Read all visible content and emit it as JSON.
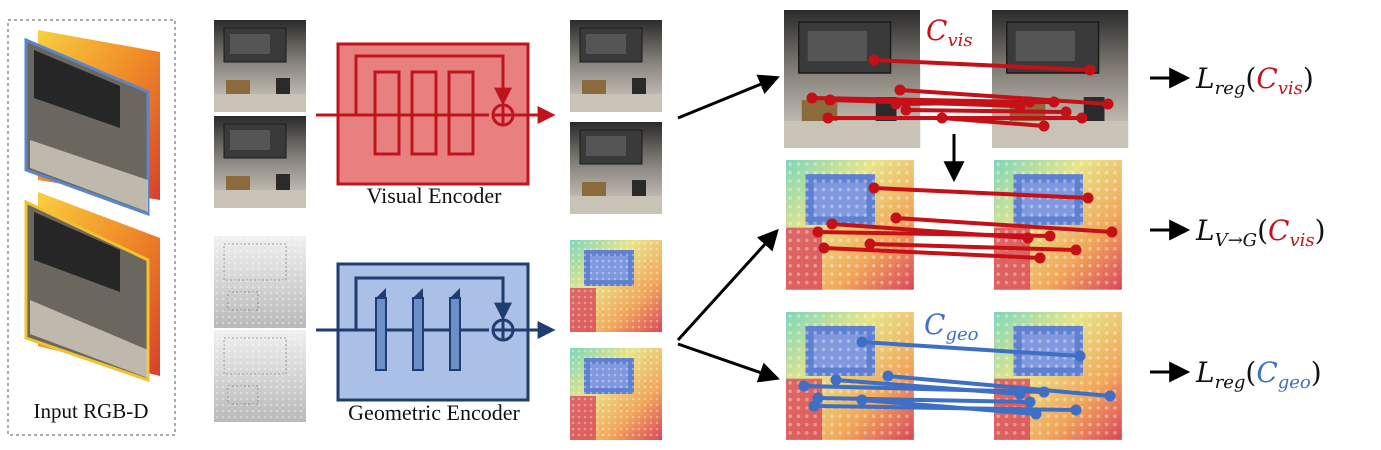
{
  "labels": {
    "input": "Input RGB-D",
    "visual_encoder": "Visual Encoder",
    "geometric_encoder": "Geometric Encoder"
  },
  "math": {
    "c_vis": {
      "base": "C",
      "sub": "vis"
    },
    "c_geo": {
      "base": "C",
      "sub": "geo"
    },
    "loss_reg_vis": {
      "L": "L",
      "sub": "reg",
      "open": "(",
      "C": "C",
      "csub": "vis",
      "close": ")"
    },
    "loss_v2g": {
      "L": "L",
      "sub": "V→G",
      "open": "(",
      "C": "C",
      "csub": "vis",
      "close": ")"
    },
    "loss_reg_geo": {
      "L": "L",
      "sub": "reg",
      "open": "(",
      "C": "C",
      "csub": "geo",
      "close": ")"
    }
  },
  "colors": {
    "visual": "#c0141c",
    "visual_fill": "#e88080",
    "geometric": "#1f3d6e",
    "geometric_fill": "#aac0e6",
    "corr_vis": "#c41016",
    "corr_geo": "#3f6fc4",
    "frame_blue": "#5b86c9",
    "frame_yellow": "#f2c230"
  },
  "icons": {
    "skip_add": "circle-plus-icon",
    "arrow": "arrow-right-icon"
  }
}
